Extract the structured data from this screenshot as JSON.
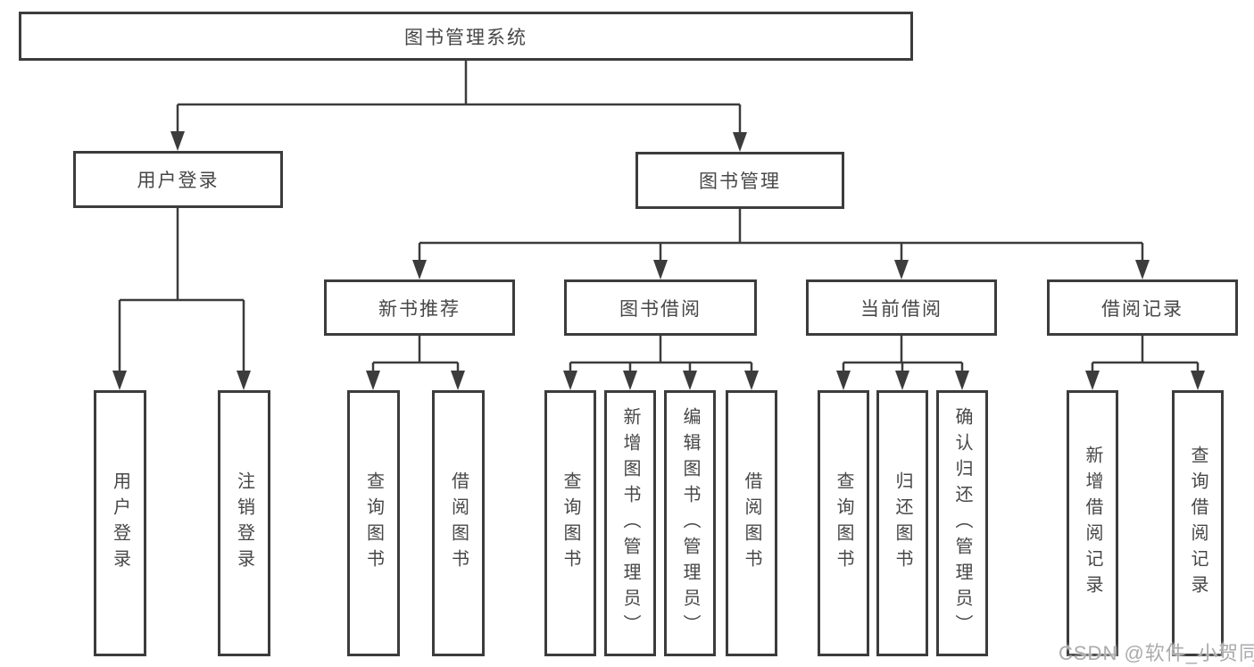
{
  "tree": {
    "root": {
      "label": "图书管理系统"
    },
    "children": [
      {
        "label": "用户登录",
        "children": [
          {
            "label": "用户登录"
          },
          {
            "label": "注销登录"
          }
        ]
      },
      {
        "label": "图书管理",
        "children": [
          {
            "label": "新书推荐",
            "children": [
              {
                "label": "查询图书"
              },
              {
                "label": "借阅图书"
              }
            ]
          },
          {
            "label": "图书借阅",
            "children": [
              {
                "label": "查询图书"
              },
              {
                "label": "新增图书（管理员）"
              },
              {
                "label": "编辑图书（管理员）"
              },
              {
                "label": "借阅图书"
              }
            ]
          },
          {
            "label": "当前借阅",
            "children": [
              {
                "label": "查询图书"
              },
              {
                "label": "归还图书"
              },
              {
                "label": "确认归还（管理员）"
              }
            ]
          },
          {
            "label": "借阅记录",
            "children": [
              {
                "label": "新增借阅记录"
              },
              {
                "label": "查询借阅记录"
              }
            ]
          }
        ]
      }
    ]
  },
  "watermark": {
    "text": "CSDN @软件_小贺同学"
  },
  "colors": {
    "line": "#3c3c3c",
    "box_border": "#3c3c3c",
    "text": "#474747",
    "watermark": "#ababab",
    "background": "#ffffff"
  }
}
